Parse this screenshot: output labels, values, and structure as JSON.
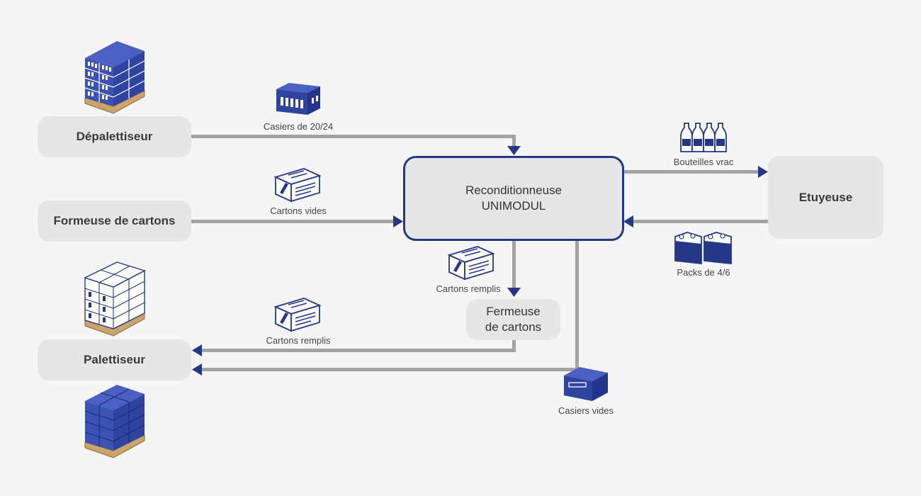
{
  "nodes": {
    "depalettiseur": "Dépalettiseur",
    "formeuse": "Formeuse de cartons",
    "palettiseur": "Palettiseur",
    "main_line1": "Reconditionneuse",
    "main_line2": "UNIMODUL",
    "etuyeuse": "Etuyeuse",
    "fermeuse_line1": "Fermeuse",
    "fermeuse_line2": "de cartons"
  },
  "labels": {
    "casiers_2024": "Casiers de 20/24",
    "cartons_vides": "Cartons vides",
    "cartons_remplis_center": "Cartons remplis",
    "cartons_remplis_left": "Cartons remplis",
    "bouteilles_vrac": "Bouteilles vrac",
    "packs": "Packs de 4/6",
    "casiers_vides": "Casiers vides"
  },
  "icons": {
    "pallet_crates": "pallet-of-crates-icon",
    "crate": "bottle-crate-icon",
    "carton": "carton-box-icon",
    "pallet_cartons": "pallet-of-cartons-icon",
    "pallet_boxes": "pallet-of-boxes-icon",
    "bottles": "bottles-icon",
    "packs": "packs-icon",
    "empty_crate": "empty-crate-icon"
  },
  "colors": {
    "accent": "#253887",
    "connector": "#a3a3a3",
    "box": "#e6e6e6"
  }
}
